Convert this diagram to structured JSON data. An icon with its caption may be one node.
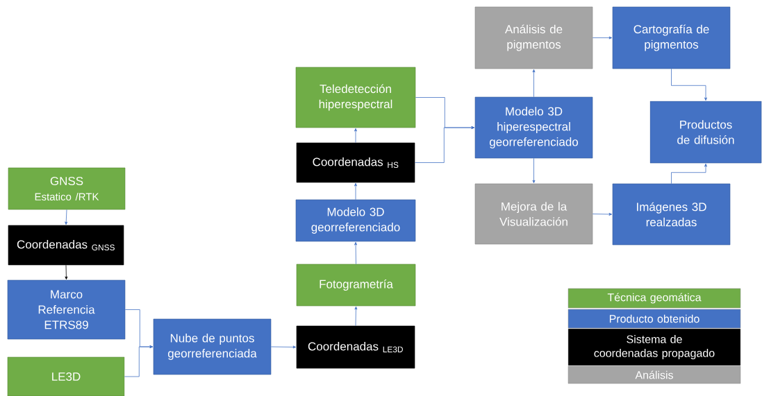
{
  "diagram": {
    "nodes": [
      {
        "text": [
          "GNSS",
          "Estatico /RTK"
        ]
      },
      {
        "text": [
          "Coordenadas $_{GNSS}$"
        ]
      },
      {
        "text": [
          "Marco Referencia ETRS89"
        ]
      },
      {
        "text": [
          "LE3D"
        ]
      },
      {
        "text": [
          "Nube de puntos georreferenciada"
        ]
      },
      {
        "text": [
          "Coordenadas $_{LE3D}$"
        ]
      },
      {
        "text": [
          "Fotogrametría"
        ]
      },
      {
        "text": [
          "Modelo 3D georreferenciado"
        ]
      },
      {
        "text": [
          "Coordenadas $_{HS}$"
        ]
      },
      {
        "text": [
          "Teledetección hiperespectral"
        ]
      },
      {
        "text": [
          "Modelo 3D hiperespectral georreferenciado"
        ]
      },
      {
        "text": [
          "Análisis de pigmentos"
        ]
      },
      {
        "text": [
          "Cartografía de pigmentos"
        ]
      },
      {
        "text": [
          "Productos de difusión"
        ]
      },
      {
        "text": [
          "Mejora de la Visualización"
        ]
      },
      {
        "text": [
          "Imágenes 3D realzadas"
        ]
      }
    ],
    "edges": [
      {
        "from": 0,
        "to": 1,
        "arrow": "to"
      },
      {
        "from": 1,
        "to": 2,
        "arrow": "to",
        "color": "#000000"
      },
      {
        "from": 2,
        "to": 4,
        "arrow": "to"
      },
      {
        "from": 3,
        "to": 4,
        "arrow": "to"
      },
      {
        "from": 4,
        "to": 5,
        "arrow": "to"
      },
      {
        "from": 5,
        "to": 6,
        "arrow": "to"
      },
      {
        "from": 6,
        "to": 7,
        "arrow": "to"
      },
      {
        "from": 7,
        "to": 8,
        "arrow": "to"
      },
      {
        "from": 8,
        "to": 9,
        "arrow": "to"
      },
      {
        "from": 9,
        "to": 10,
        "arrow": "to"
      },
      {
        "from": 8,
        "to": 10,
        "arrow": "to"
      },
      {
        "from": 10,
        "to": 11,
        "arrow": "to"
      },
      {
        "from": 10,
        "to": 14,
        "arrow": "to"
      },
      {
        "from": 11,
        "to": 12,
        "arrow": "to"
      },
      {
        "from": 14,
        "to": 15,
        "arrow": "to"
      },
      {
        "from": 12,
        "to": 13,
        "arrow": "to"
      },
      {
        "from": 15,
        "to": 13,
        "arrow": "to"
      }
    ],
    "legend": [
      {
        "text": "Técnica geomática",
        "color": "#70ad47"
      },
      {
        "text": "Producto obtenido",
        "color": "#4472c4"
      },
      {
        "text": "Sistema de coordenadas propagado",
        "color": "#000000"
      },
      {
        "text": "Análisis",
        "color": "#a5a5a5"
      }
    ]
  }
}
